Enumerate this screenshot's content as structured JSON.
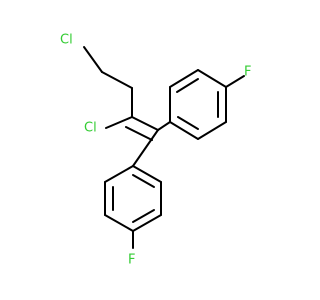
{
  "molecule": {
    "colors": {
      "bond": "#000000",
      "chlorine": "#33cc33",
      "fluorine": "#33cc33",
      "background": "#ffffff"
    },
    "atoms": [
      {
        "id": "cl1",
        "symbol": "Cl",
        "color": "#33cc33"
      },
      {
        "id": "cl2",
        "symbol": "Cl",
        "color": "#33cc33"
      },
      {
        "id": "f1",
        "symbol": "F",
        "color": "#33cc33"
      },
      {
        "id": "f2",
        "symbol": "F",
        "color": "#33cc33"
      }
    ]
  }
}
